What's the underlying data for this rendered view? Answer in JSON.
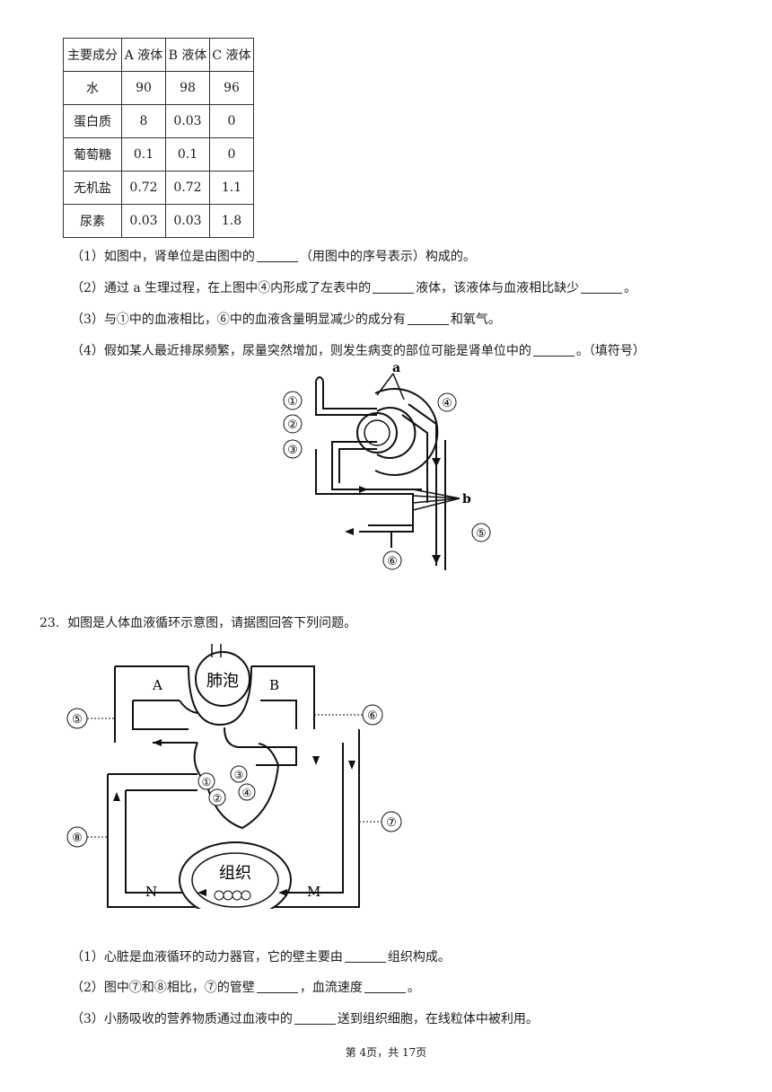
{
  "table": {
    "header": [
      "主要成分",
      "A 液体",
      "B 液体",
      "C 液体"
    ],
    "rows": [
      [
        "水",
        "90",
        "98",
        "96"
      ],
      [
        "蛋白质",
        "8",
        "0.03",
        "0"
      ],
      [
        "葡萄糖",
        "0.1",
        "0.1",
        "0"
      ],
      [
        "无机盐",
        "0.72",
        "0.72",
        "1.1"
      ],
      [
        "尿素",
        "0.03",
        "0.03",
        "1.8"
      ]
    ]
  },
  "q22": {
    "s1a": "（1）如图中，肾单位是由图中的",
    "s1b": "（用图中的序号表示）构成的。",
    "s2a": "（2）通过 a 生理过程，在上图中④内形成了左表中的",
    "s2b": "液体，该液体与血液相比缺少",
    "s2c": "。",
    "s3a": "（3）与①中的血液相比，⑥中的血液含量明显减少的成分有",
    "s3b": "和氧气。",
    "s4a": "（4）假如某人最近排尿频繁，尿量突然增加，则发生病变的部位可能是肾单位中的",
    "s4b": "。（填符号）"
  },
  "kidney_labels": {
    "n1": "①",
    "n2": "②",
    "n3": "③",
    "n4": "④",
    "n5": "⑤",
    "n6": "⑥",
    "a": "a",
    "b": "b"
  },
  "q23": {
    "num": "23.",
    "stem": "如图是人体血液循环示意图，请据图回答下列问题。",
    "s1a": "（1）心脏是血液循环的动力器官，它的壁主要由",
    "s1b": "组织构成。",
    "s2a": "（2）图中⑦和⑧相比，⑦的管壁",
    "s2b": "，血流速度",
    "s2c": "。",
    "s3a": "（3）小肠吸收的营养物质通过血液中的",
    "s3b": "送到组织细胞，在线粒体中被利用。"
  },
  "circ_labels": {
    "alveolus": "肺泡",
    "tissue": "组织",
    "A": "A",
    "B": "B",
    "M": "M",
    "N": "N",
    "n1": "①",
    "n2": "②",
    "n3": "③",
    "n4": "④",
    "n5": "⑤",
    "n6": "⑥",
    "n7": "⑦",
    "n8": "⑧"
  },
  "footer": "第 4页，共 17页"
}
